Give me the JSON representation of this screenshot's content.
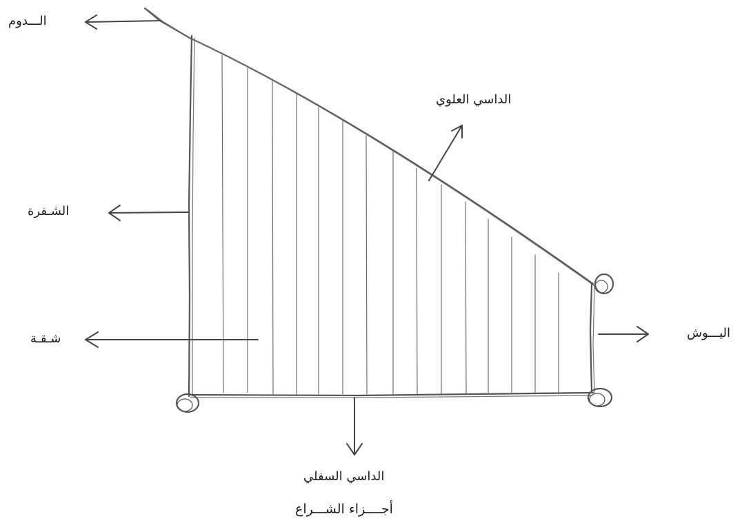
{
  "diagram": {
    "labels": {
      "head": "الـــدوم",
      "upper_edge": "الداسي العلوي",
      "luff": "الشـفرة",
      "panel": "شـقـة",
      "clew": "اليـــوش",
      "lower_edge": "الداسي السفلي"
    },
    "title": "أجــــزاء الشـــراع"
  }
}
